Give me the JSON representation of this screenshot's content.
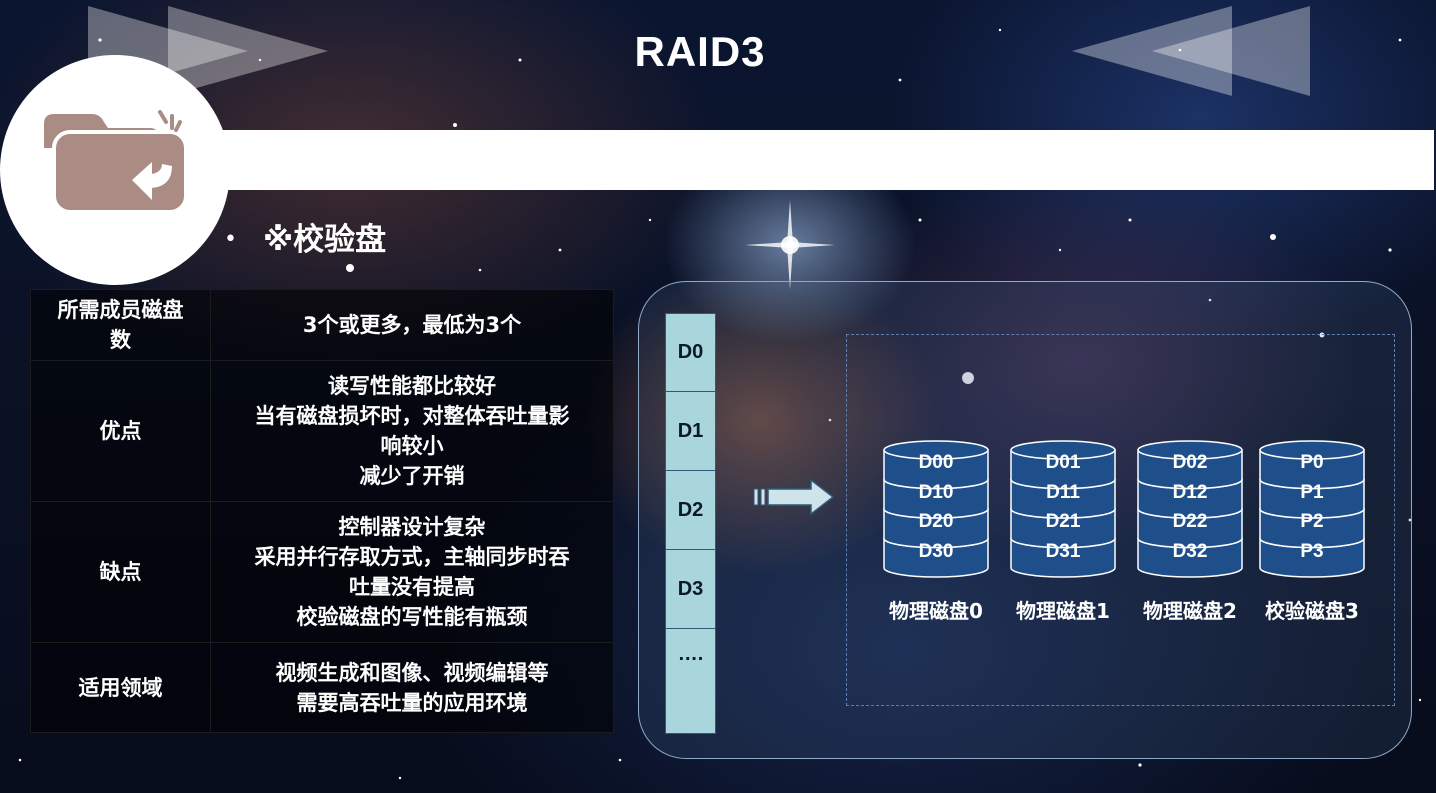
{
  "title": "RAID3",
  "bullet": {
    "dot": "•",
    "text": "※校验盘"
  },
  "table": {
    "rows": [
      {
        "key": "所需成员磁盘数",
        "key_lines": [
          "所需成员磁盘",
          "数"
        ],
        "lines": [
          "3个或更多，最低为3个"
        ]
      },
      {
        "key": "优点",
        "key_lines": [
          "优点"
        ],
        "lines": [
          "读写性能都比较好",
          "当有磁盘损坏时，对整体吞吐量影",
          "响较小",
          "减少了开销"
        ]
      },
      {
        "key": "缺点",
        "key_lines": [
          "缺点"
        ],
        "lines": [
          "控制器设计复杂",
          "采用并行存取方式，主轴同步时吞",
          "吐量没有提高",
          "校验磁盘的写性能有瓶颈"
        ]
      },
      {
        "key": "适用领域",
        "key_lines": [
          "适用领域"
        ],
        "lines": [
          "视频生成和图像、视频编辑等",
          "需要高吞吐量的应用环境"
        ]
      }
    ]
  },
  "stripe": [
    "D0",
    "D1",
    "D2",
    "D3",
    "…."
  ],
  "disks": [
    {
      "label": "物理磁盘0",
      "blocks": [
        "D00",
        "D10",
        "D20",
        "D30"
      ]
    },
    {
      "label": "物理磁盘1",
      "blocks": [
        "D01",
        "D11",
        "D21",
        "D31"
      ]
    },
    {
      "label": "物理磁盘2",
      "blocks": [
        "D02",
        "D12",
        "D22",
        "D32"
      ]
    },
    {
      "label": "校验磁盘3",
      "blocks": [
        "P0",
        "P1",
        "P2",
        "P3"
      ]
    }
  ],
  "colors": {
    "disk_fill": "#1f4f8a",
    "disk_stroke": "#ffffff",
    "stripe_fill": "#a8d6dc",
    "folder": "#ab8c84"
  },
  "icons": {
    "header": "folder-back-icon",
    "arrow": "right-arrow-icon"
  }
}
